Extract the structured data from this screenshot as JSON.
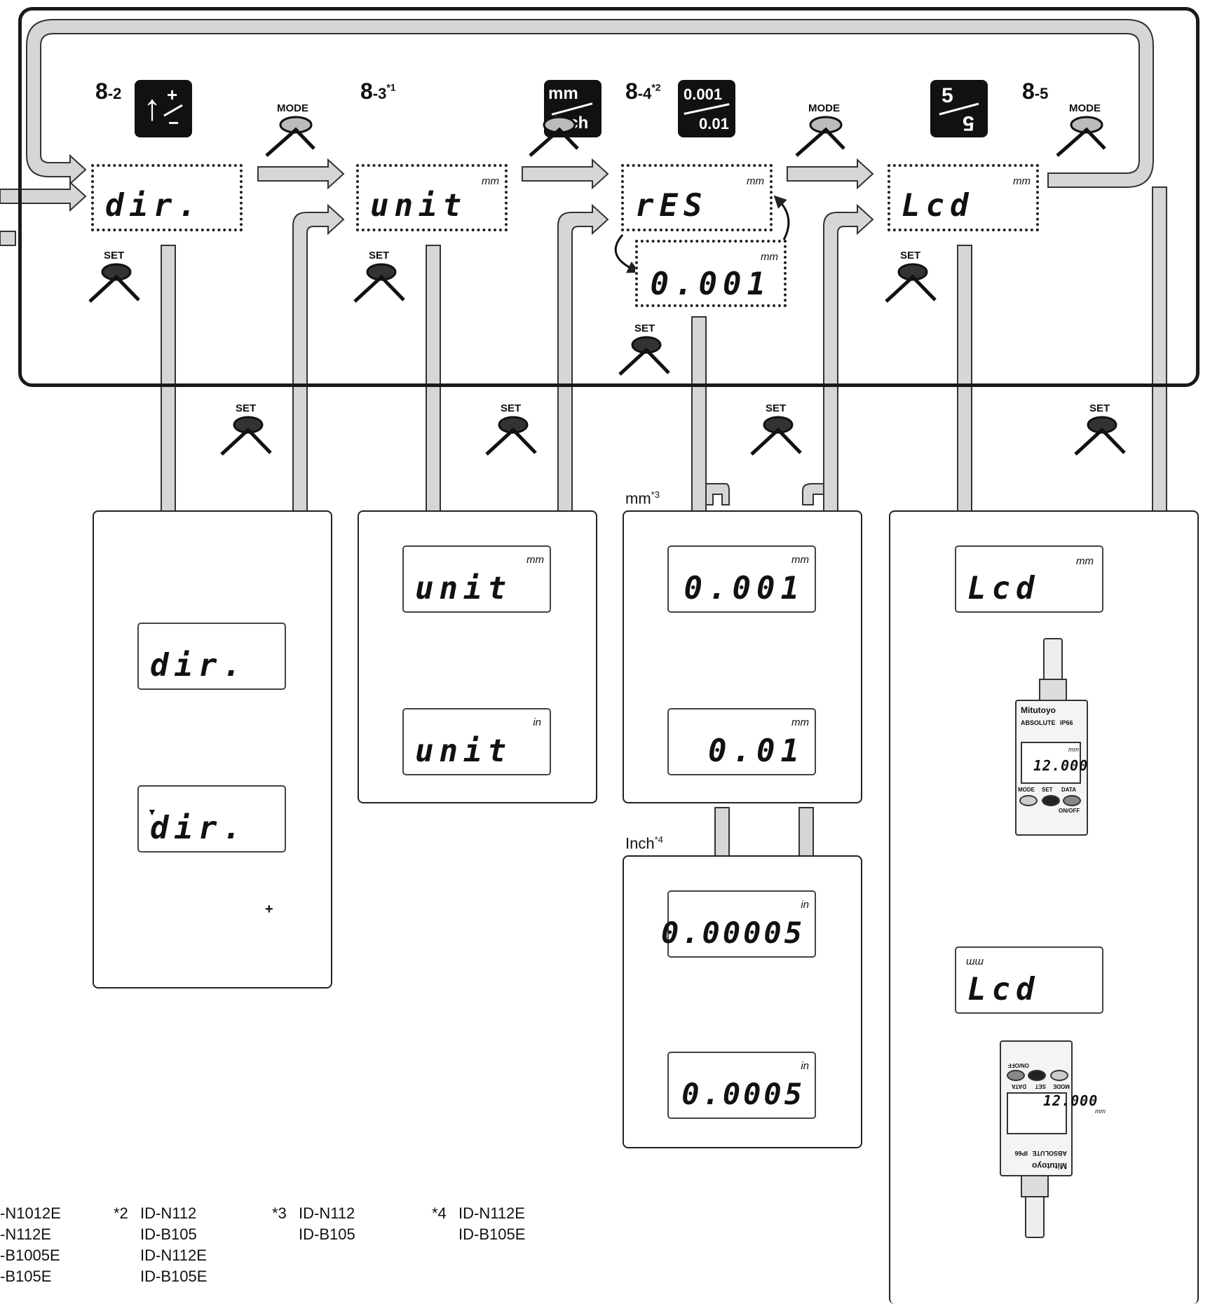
{
  "steps": {
    "s82": {
      "num": "8",
      "sub": "-2"
    },
    "s83": {
      "num": "8",
      "sub": "-3",
      "note": "*1"
    },
    "s84": {
      "num": "8",
      "sub": "-4",
      "note": "*2"
    },
    "s85": {
      "num": "8",
      "sub": "-5"
    }
  },
  "icons": {
    "direction": {
      "plus": "+",
      "minus": "−"
    },
    "unit": {
      "top": "mm",
      "bottom": "inch"
    },
    "resolution": {
      "top": "0.001",
      "bottom": "0.01"
    },
    "lcd_flip": {
      "top": "5",
      "bottom": "5"
    }
  },
  "buttons": {
    "mode": "MODE",
    "set": "SET",
    "data": "DATA",
    "onoff": "ON/OFF"
  },
  "main_displays": {
    "dir": {
      "text": "dir."
    },
    "unit": {
      "text": "unit",
      "unit": "mm"
    },
    "res": {
      "text": "rES",
      "unit": "mm"
    },
    "res_value": {
      "text": "0.001",
      "unit": "mm"
    },
    "lcd": {
      "text": "Lcd",
      "unit": "mm"
    }
  },
  "panel_dir": {
    "display1": "dir.",
    "display2": "dir.",
    "plus": "+"
  },
  "panel_unit": {
    "display1": "unit",
    "unit1": "mm",
    "display2": "unit",
    "unit2": "in"
  },
  "panel_res": {
    "caption_mm": "mm",
    "caption_mm_note": "*3",
    "display1": "0.001",
    "unit1": "mm",
    "display2": "0.01",
    "unit2": "mm",
    "caption_inch": "Inch",
    "caption_inch_note": "*4",
    "display3": "0.00005",
    "unit3": "in",
    "display4": "0.0005",
    "unit4": "in"
  },
  "panel_lcd": {
    "display1": "Lcd",
    "unit1": "mm",
    "display2": "Lcd",
    "unit2": "mm"
  },
  "device": {
    "brand": "Mitutoyo",
    "series": "ABSOLUTE",
    "rating": "IP66",
    "reading": "12.000",
    "unit": "mm"
  },
  "notes": [
    {
      "label": "",
      "lines": [
        "-N1012E",
        "-N112E",
        "-B1005E",
        "-B105E"
      ]
    },
    {
      "label": "*2",
      "lines": [
        "ID-N112",
        "ID-B105",
        "ID-N112E",
        "ID-B105E"
      ]
    },
    {
      "label": "*3",
      "lines": [
        "ID-N112",
        "ID-B105"
      ]
    },
    {
      "label": "*4",
      "lines": [
        "ID-N112E",
        "ID-B105E"
      ]
    }
  ]
}
